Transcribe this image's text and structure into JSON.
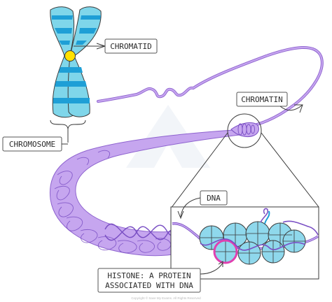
{
  "labels": {
    "chromatid": "CHROMATID",
    "chromatin": "CHROMATIN",
    "chromosome": "CHROMOSOME",
    "dna": "DNA",
    "histone_line1": "HISTONE: A PROTEIN",
    "histone_line2": "ASSOCIATED WITH DNA"
  },
  "copyright": "Copyright © Save My Exams. All Rights Reserved",
  "colors": {
    "chromosome_light": "#7fd6ea",
    "chromosome_dark": "#1e9fd6",
    "centromere": "#ffe100",
    "fiber": "#c6a6ef",
    "fiber_dark": "#8e63cf",
    "histone": "#8fd8ec",
    "histone_highlight": "#e040b0",
    "outline": "#3a3a3a"
  },
  "icons": {
    "logo": "save-my-exams-watermark"
  }
}
